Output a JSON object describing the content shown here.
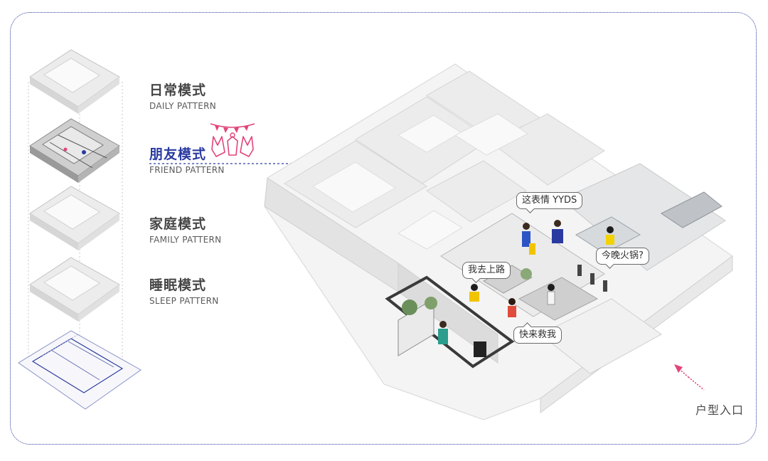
{
  "modes": [
    {
      "title": "日常模式",
      "subtitle": "DAILY PATTERN"
    },
    {
      "title": "朋友模式",
      "subtitle": "FRIEND PATTERN"
    },
    {
      "title": "家庭模式",
      "subtitle": "FAMILY PATTERN"
    },
    {
      "title": "睡眠模式",
      "subtitle": "SLEEP PATTERN"
    }
  ],
  "active_mode": "朋友模式",
  "bubbles": {
    "biaoqing": "这表情 YYDS",
    "huoguo": "今晚火锅?",
    "shanglu": "我去上路",
    "jiuwo": "快来救我"
  },
  "entry_label": "户型入口",
  "colors": {
    "frame": "#2f3f9f",
    "active": "#2b3aa0",
    "accent_pink": "#e0457b",
    "text": "#454545"
  },
  "icons": [
    "party-banner-icon",
    "entry-arrow-icon"
  ]
}
